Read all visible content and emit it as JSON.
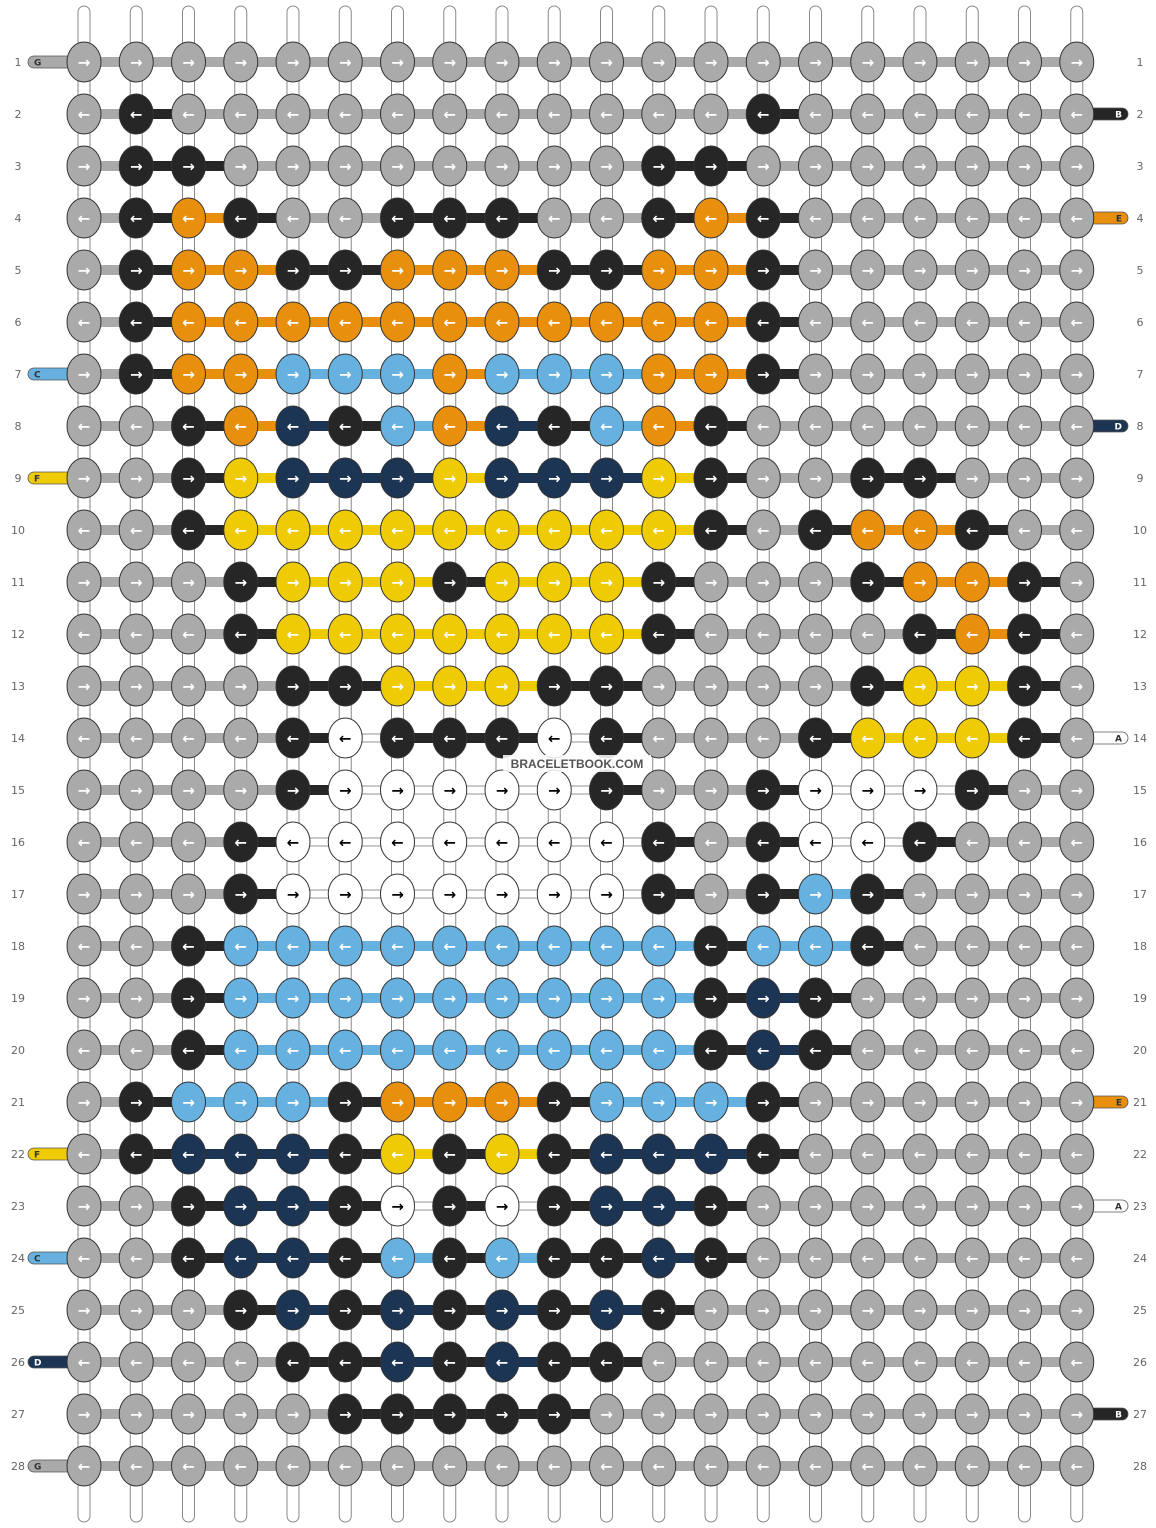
{
  "site_watermark": "BRACELETBOOK.COM",
  "colors": {
    "G": "#aaaaaa",
    "B": "#262626",
    "E": "#e8900e",
    "C": "#66b1e0",
    "D": "#1c3555",
    "F": "#eecb05",
    "A": "#ffffff"
  },
  "left_strands": [
    {
      "row": 1,
      "letter": "G"
    },
    {
      "row": 7,
      "letter": "C"
    },
    {
      "row": 9,
      "letter": "F"
    },
    {
      "row": 22,
      "letter": "F"
    },
    {
      "row": 24,
      "letter": "C"
    },
    {
      "row": 26,
      "letter": "D"
    },
    {
      "row": 28,
      "letter": "G"
    }
  ],
  "right_strands": [
    {
      "row": 2,
      "letter": "B"
    },
    {
      "row": 4,
      "letter": "E"
    },
    {
      "row": 8,
      "letter": "D"
    },
    {
      "row": 14,
      "letter": "A"
    },
    {
      "row": 21,
      "letter": "E"
    },
    {
      "row": 23,
      "letter": "A"
    },
    {
      "row": 27,
      "letter": "B"
    }
  ],
  "row_numbers": [
    "1",
    "2",
    "3",
    "4",
    "5",
    "6",
    "7",
    "8",
    "9",
    "10",
    "11",
    "12",
    "13",
    "14",
    "15",
    "16",
    "17",
    "18",
    "19",
    "20",
    "21",
    "22",
    "23",
    "24",
    "25",
    "26",
    "27",
    "28"
  ],
  "knot_rows": [
    "GGGGGGGGGGGGGGGGGGGG",
    "GBGGGGGGGGGGGBGGGGGG",
    "GBBGGGGGGGGBBGGGGGGG",
    "GBEBGGBBBGGBEBGGGGGG",
    "GBEEBBEEEBBEEBGGGGGG",
    "GBEEEEEEEEEEEBGGGGGG",
    "GBEECCCECCCEEBGGGGGG",
    "GGBEDBCEDBCEBGGGGGGG",
    "GGBFDDDFDDDFBGGBBGGG",
    "GGBFFFFFFFFFBGBEEBGG",
    "GGGBFFFBFFFBGGGBEEBG",
    "GGGBFFFFFFFBGGGGBEBG",
    "GGGGBBFFFBBGGGGBFFBG",
    "GGGGBABBBABGGGBFFFBG",
    "GGGGBAAAAABGGBAAABGG",
    "GGGBAAAAAAABGBAABGGG",
    "GGGBAAAAAAABGBCBGGGG",
    "GGBCCCCCCCCCBCCBGGGG",
    "GGBCCCCCCCCCBDBGGGGG",
    "GGBCCCCCCCCCBDBGGGGG",
    "GBCCCBEEEBCCCBGGGGGG",
    "GBDDDBFBFBDDDBGGGGGG",
    "GGBDDBABABDDBGGGGGGG",
    "GGBDDBCBCBBDBGGGGGGG",
    "GGGBDBDBDBDBGGGGGGGG",
    "GGGGBBDBDBBGGGGGGGGG",
    "GGGGGBBBBBGGGGGGGGGG",
    "GGGGGGGGGGGGGGGGGGGG"
  ]
}
